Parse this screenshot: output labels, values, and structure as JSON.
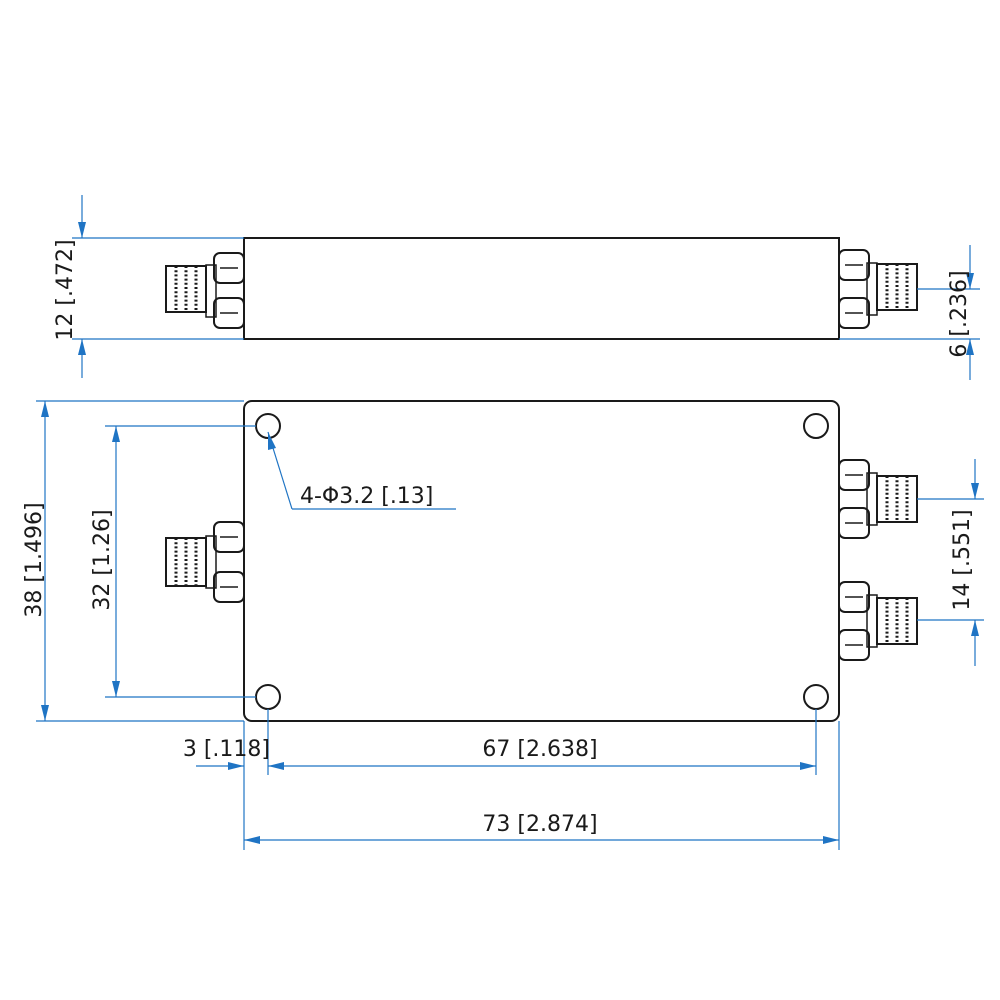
{
  "colors": {
    "part_outline": "#1a1a1a",
    "dimension_line": "#1f74c4",
    "background": "#ffffff"
  },
  "dimensions": {
    "height_side": "12 [.472]",
    "connector_offset": "6 [.236]",
    "width_total": "38 [1.496]",
    "hole_spacing_vertical": "32 [1.26]",
    "hole_callout": "4-Φ3.2 [.13]",
    "port_spacing": "14 [.551]",
    "hole_edge_offset": "3 [.118]",
    "hole_spacing_horizontal": "67 [2.638]",
    "length_total": "73 [2.874]"
  }
}
